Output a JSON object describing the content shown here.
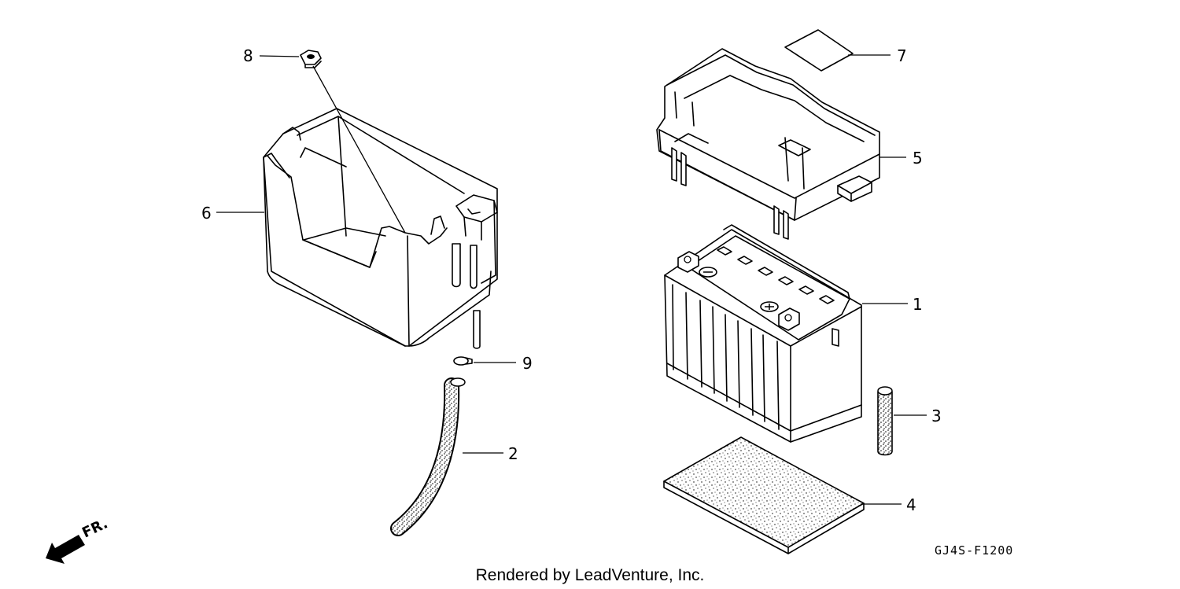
{
  "diagram": {
    "code": "GJ4S-F1200",
    "footer": "Rendered by LeadVenture, Inc.",
    "direction_label": "FR.",
    "callouts": [
      {
        "num": "1",
        "icon": "battery-icon"
      },
      {
        "num": "2",
        "icon": "breather-tube-long-icon"
      },
      {
        "num": "3",
        "icon": "breather-tube-short-icon"
      },
      {
        "num": "4",
        "icon": "battery-pad-icon"
      },
      {
        "num": "5",
        "icon": "battery-cover-icon"
      },
      {
        "num": "6",
        "icon": "battery-box-icon"
      },
      {
        "num": "7",
        "icon": "caution-label-icon"
      },
      {
        "num": "8",
        "icon": "nut-icon"
      },
      {
        "num": "9",
        "icon": "tube-clip-icon"
      }
    ]
  }
}
